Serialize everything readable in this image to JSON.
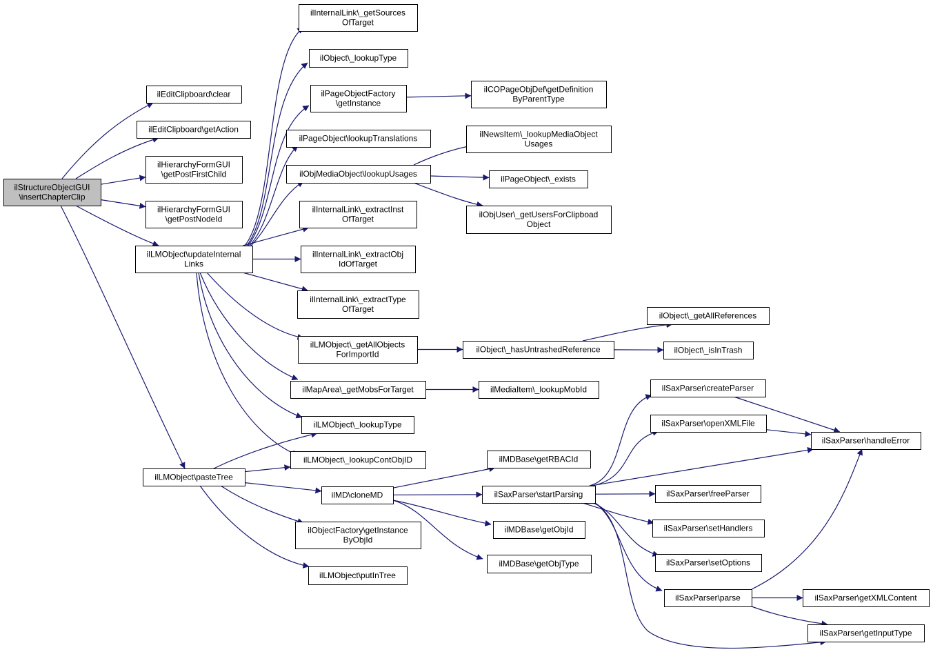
{
  "colors": {
    "edge": "#191970",
    "node_border": "#000000",
    "node_fill": "#ffffff",
    "root_fill": "#bfbfbf"
  },
  "nodes": [
    {
      "id": "root",
      "lines": [
        "ilStructureObjectGUI",
        "\\insertChapterClip"
      ],
      "root": true
    },
    {
      "id": "ec_clear",
      "lines": [
        "ilEditClipboard\\clear"
      ]
    },
    {
      "id": "ec_getaction",
      "lines": [
        "ilEditClipboard\\getAction"
      ]
    },
    {
      "id": "hf_firstchild",
      "lines": [
        "ilHierarchyFormGUI",
        "\\getPostFirstChild"
      ]
    },
    {
      "id": "hf_nodeid",
      "lines": [
        "ilHierarchyFormGUI",
        "\\getPostNodeId"
      ]
    },
    {
      "id": "lm_updlinks",
      "lines": [
        "ilLMObject\\updateInternal",
        "Links"
      ]
    },
    {
      "id": "lm_pastetree",
      "lines": [
        "ilLMObject\\pasteTree"
      ]
    },
    {
      "id": "il_getsources",
      "lines": [
        "ilInternalLink\\_getSources",
        "OfTarget"
      ]
    },
    {
      "id": "obj_lookuptype",
      "lines": [
        "ilObject\\_lookupType"
      ]
    },
    {
      "id": "pof_getinstance",
      "lines": [
        "ilPageObjectFactory",
        "\\getInstance"
      ]
    },
    {
      "id": "po_lookuptrans",
      "lines": [
        "ilPageObject\\lookupTranslations"
      ]
    },
    {
      "id": "omo_lookupusages",
      "lines": [
        "ilObjMediaObject\\lookupUsages"
      ]
    },
    {
      "id": "il_extractinst",
      "lines": [
        "ilInternalLink\\_extractInst",
        "OfTarget"
      ]
    },
    {
      "id": "il_extractobj",
      "lines": [
        "ilInternalLink\\_extractObj",
        "IdOfTarget"
      ]
    },
    {
      "id": "il_extracttype",
      "lines": [
        "ilInternalLink\\_extractType",
        "OfTarget"
      ]
    },
    {
      "id": "lm_getallobjs",
      "lines": [
        "ilLMObject\\_getAllObjects",
        "ForImportId"
      ]
    },
    {
      "id": "ma_getmobs",
      "lines": [
        "ilMapArea\\_getMobsForTarget"
      ]
    },
    {
      "id": "lm_lookuptype",
      "lines": [
        "ilLMObject\\_lookupType"
      ]
    },
    {
      "id": "lm_lookupcont",
      "lines": [
        "ilLMObject\\_lookupContObjID"
      ]
    },
    {
      "id": "md_clonemd",
      "lines": [
        "ilMD\\cloneMD"
      ]
    },
    {
      "id": "of_getinstance",
      "lines": [
        "ilObjectFactory\\getInstance",
        "ByObjId"
      ]
    },
    {
      "id": "lm_putintree",
      "lines": [
        "ilLMObject\\putInTree"
      ]
    },
    {
      "id": "copo_getdef",
      "lines": [
        "ilCOPageObjDef\\getDefinition",
        "ByParentType"
      ]
    },
    {
      "id": "ni_lookupmedia",
      "lines": [
        "ilNewsItem\\_lookupMediaObject",
        "Usages"
      ]
    },
    {
      "id": "po_exists",
      "lines": [
        "ilPageObject\\_exists"
      ]
    },
    {
      "id": "ou_getusers",
      "lines": [
        "ilObjUser\\_getUsersForClipboad",
        "Object"
      ]
    },
    {
      "id": "obj_hasuntrashed",
      "lines": [
        "ilObject\\_hasUntrashedReference"
      ]
    },
    {
      "id": "obj_getallrefs",
      "lines": [
        "ilObject\\_getAllReferences"
      ]
    },
    {
      "id": "obj_isintrash",
      "lines": [
        "ilObject\\_isInTrash"
      ]
    },
    {
      "id": "mi_lookupmob",
      "lines": [
        "ilMediaItem\\_lookupMobId"
      ]
    },
    {
      "id": "mdb_getrbac",
      "lines": [
        "ilMDBase\\getRBACId"
      ]
    },
    {
      "id": "sax_startparsing",
      "lines": [
        "ilSaxParser\\startParsing"
      ]
    },
    {
      "id": "mdb_getobjid",
      "lines": [
        "ilMDBase\\getObjId"
      ]
    },
    {
      "id": "mdb_getobjtype",
      "lines": [
        "ilMDBase\\getObjType"
      ]
    },
    {
      "id": "sax_create",
      "lines": [
        "ilSaxParser\\createParser"
      ]
    },
    {
      "id": "sax_openxml",
      "lines": [
        "ilSaxParser\\openXMLFile"
      ]
    },
    {
      "id": "sax_free",
      "lines": [
        "ilSaxParser\\freeParser"
      ]
    },
    {
      "id": "sax_sethandlers",
      "lines": [
        "ilSaxParser\\setHandlers"
      ]
    },
    {
      "id": "sax_setoptions",
      "lines": [
        "ilSaxParser\\setOptions"
      ]
    },
    {
      "id": "sax_parse",
      "lines": [
        "ilSaxParser\\parse"
      ]
    },
    {
      "id": "sax_handleerror",
      "lines": [
        "ilSaxParser\\handleError"
      ]
    },
    {
      "id": "sax_getxml",
      "lines": [
        "ilSaxParser\\getXMLContent"
      ]
    },
    {
      "id": "sax_getinput",
      "lines": [
        "ilSaxParser\\getInputType"
      ]
    }
  ],
  "edges": [
    [
      "root",
      "ec_clear"
    ],
    [
      "root",
      "ec_getaction"
    ],
    [
      "root",
      "hf_firstchild"
    ],
    [
      "root",
      "hf_nodeid"
    ],
    [
      "root",
      "lm_updlinks"
    ],
    [
      "root",
      "lm_pastetree"
    ],
    [
      "lm_updlinks",
      "il_getsources"
    ],
    [
      "lm_updlinks",
      "obj_lookuptype"
    ],
    [
      "lm_updlinks",
      "pof_getinstance"
    ],
    [
      "lm_updlinks",
      "po_lookuptrans"
    ],
    [
      "lm_updlinks",
      "omo_lookupusages"
    ],
    [
      "lm_updlinks",
      "il_extractinst"
    ],
    [
      "lm_updlinks",
      "il_extractobj"
    ],
    [
      "lm_updlinks",
      "il_extracttype"
    ],
    [
      "lm_updlinks",
      "lm_getallobjs"
    ],
    [
      "lm_updlinks",
      "ma_getmobs"
    ],
    [
      "lm_updlinks",
      "lm_lookuptype"
    ],
    [
      "lm_updlinks",
      "lm_lookupcont"
    ],
    [
      "pof_getinstance",
      "copo_getdef"
    ],
    [
      "omo_lookupusages",
      "ni_lookupmedia"
    ],
    [
      "omo_lookupusages",
      "po_exists"
    ],
    [
      "omo_lookupusages",
      "ou_getusers"
    ],
    [
      "lm_getallobjs",
      "obj_hasuntrashed"
    ],
    [
      "obj_hasuntrashed",
      "obj_getallrefs"
    ],
    [
      "obj_hasuntrashed",
      "obj_isintrash"
    ],
    [
      "ma_getmobs",
      "mi_lookupmob"
    ],
    [
      "lm_pastetree",
      "lm_lookuptype"
    ],
    [
      "lm_pastetree",
      "lm_lookupcont"
    ],
    [
      "lm_pastetree",
      "md_clonemd"
    ],
    [
      "lm_pastetree",
      "of_getinstance"
    ],
    [
      "lm_pastetree",
      "lm_putintree"
    ],
    [
      "md_clonemd",
      "mdb_getrbac"
    ],
    [
      "md_clonemd",
      "sax_startparsing"
    ],
    [
      "md_clonemd",
      "mdb_getobjid"
    ],
    [
      "md_clonemd",
      "mdb_getobjtype"
    ],
    [
      "sax_startparsing",
      "sax_create"
    ],
    [
      "sax_startparsing",
      "sax_openxml"
    ],
    [
      "sax_startparsing",
      "sax_handleerror"
    ],
    [
      "sax_startparsing",
      "sax_free"
    ],
    [
      "sax_startparsing",
      "sax_sethandlers"
    ],
    [
      "sax_startparsing",
      "sax_setoptions"
    ],
    [
      "sax_startparsing",
      "sax_parse"
    ],
    [
      "sax_startparsing",
      "sax_getinput"
    ],
    [
      "sax_create",
      "sax_handleerror"
    ],
    [
      "sax_openxml",
      "sax_handleerror"
    ],
    [
      "sax_parse",
      "sax_handleerror"
    ],
    [
      "sax_parse",
      "sax_getxml"
    ],
    [
      "sax_parse",
      "sax_getinput"
    ]
  ]
}
